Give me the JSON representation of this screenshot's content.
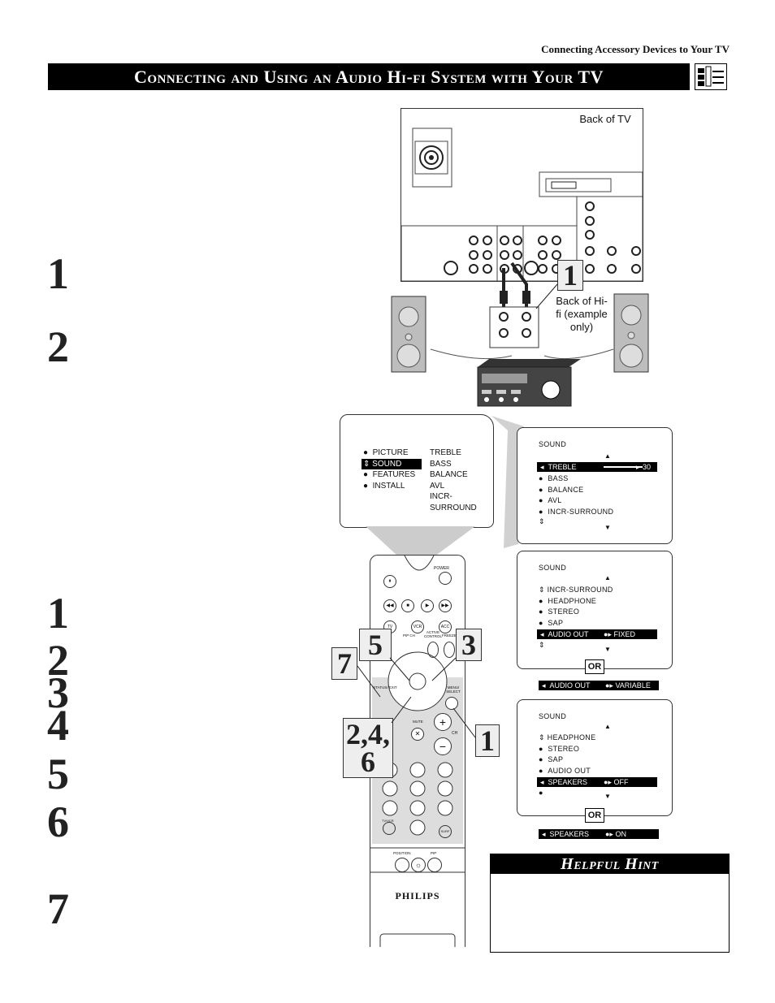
{
  "header": {
    "section_label": "Connecting Accessory Devices to Your TV",
    "title": "Connecting and Using an Audio Hi-fi System with Your TV"
  },
  "steps_top": [
    "1",
    "2"
  ],
  "steps_bottom": [
    "1",
    "2",
    "3",
    "4",
    "5",
    "6",
    "7"
  ],
  "diagram": {
    "back_of_tv": "Back of TV",
    "back_of_hifi": "Back of Hi-fi (example only)",
    "callout_connect": "1"
  },
  "main_menu": {
    "left": [
      "PICTURE",
      "SOUND",
      "FEATURES",
      "INSTALL"
    ],
    "right": [
      "TREBLE",
      "BASS",
      "BALANCE",
      "AVL",
      "INCR-SURROUND"
    ]
  },
  "osd1": {
    "title": "SOUND",
    "highlight_label": "TREBLE",
    "highlight_value": "30",
    "items": [
      "BASS",
      "BALANCE",
      "AVL",
      "INCR-SURROUND"
    ]
  },
  "osd2": {
    "title": "SOUND",
    "items": [
      "INCR-SURROUND",
      "HEADPHONE",
      "STEREO",
      "SAP"
    ],
    "highlight_label": "AUDIO OUT",
    "highlight_value": "FIXED",
    "alt_label": "AUDIO OUT",
    "alt_value": "VARIABLE"
  },
  "osd3": {
    "title": "SOUND",
    "items": [
      "HEADPHONE",
      "STEREO",
      "SAP",
      "AUDIO OUT"
    ],
    "highlight_label": "SPEAKERS",
    "highlight_value": "OFF",
    "alt_label": "SPEAKERS",
    "alt_value": "ON"
  },
  "or_label": "OR",
  "remote": {
    "brand": "PHILIPS",
    "power": "POWER",
    "status_exit": "STATUS/ EXIT",
    "menu_select": "MENU/ SELECT",
    "mute": "MUTE",
    "ch": "CH",
    "tv": "TV",
    "vcr": "VCR",
    "acc": "ACC",
    "swap": "SWAP",
    "pip_ch": "PIP CH",
    "active_control": "ACTIVE CONTROL",
    "freeze": "FREEZE",
    "position": "POSITION",
    "pip": "PIP",
    "tv_vcr": "TV/VCR",
    "surf": "SURF",
    "callouts": [
      "5",
      "3",
      "7",
      "2,4, 6",
      "1"
    ]
  },
  "hint": {
    "title": "Helpful Hint"
  },
  "colors": {
    "bar": "#000000",
    "callout_bg": "#eeeeee"
  }
}
